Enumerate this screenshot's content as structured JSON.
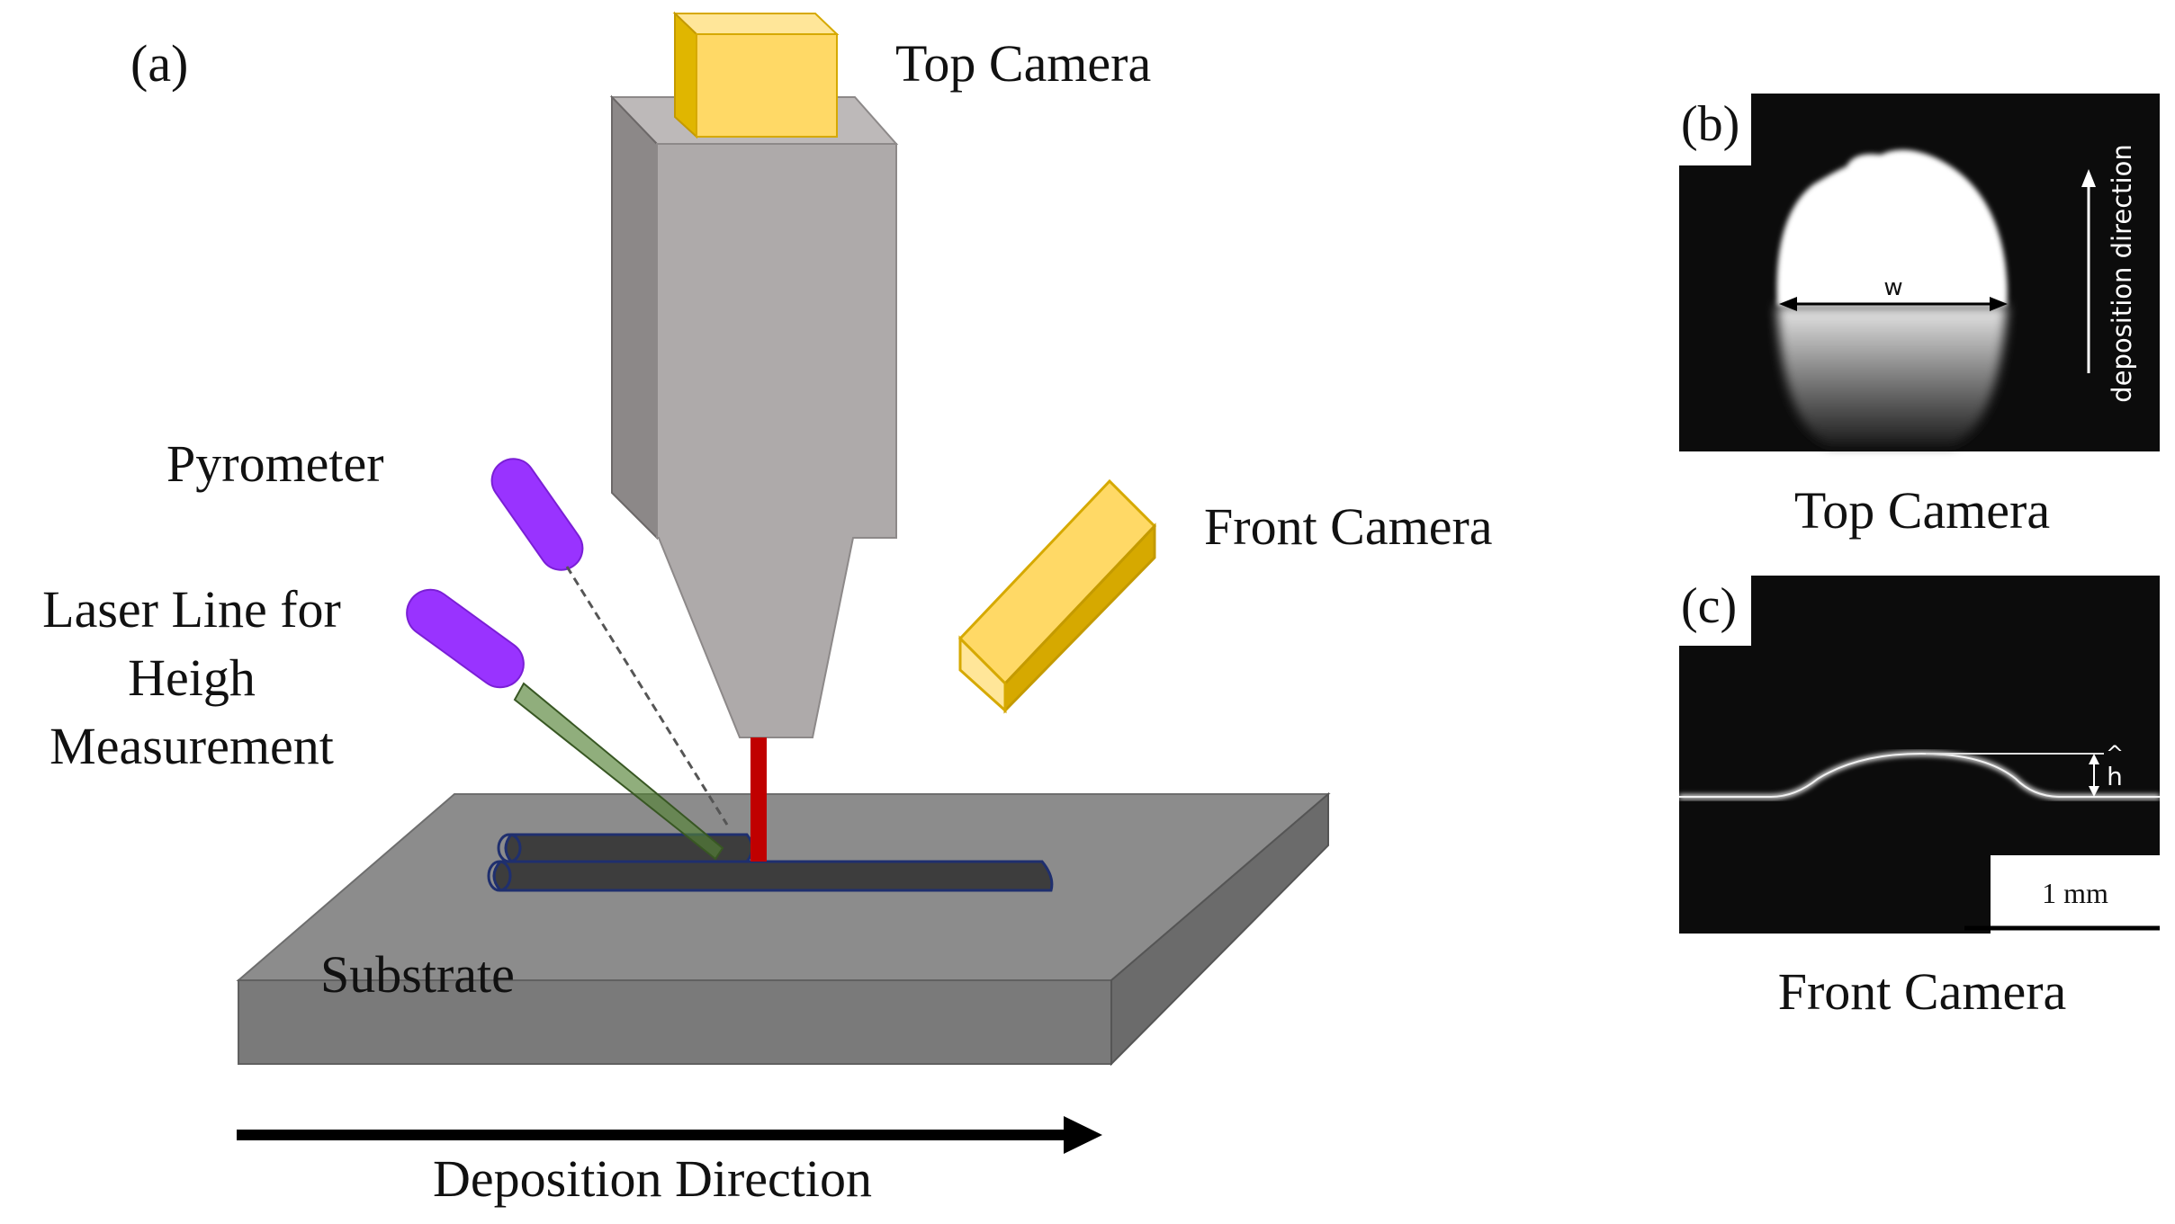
{
  "panel_a": {
    "tag": "(a)",
    "top_camera": "Top Camera",
    "front_camera": "Front Camera",
    "pyrometer": "Pyrometer",
    "laser_line_1": "Laser Line for",
    "laser_line_2": "Heigh",
    "laser_line_3": "Measurement",
    "substrate": "Substrate",
    "direction": "Deposition Direction"
  },
  "panel_b": {
    "tag": "(b)",
    "width_label": "w",
    "direction_label": "deposition direction",
    "caption": "Top Camera"
  },
  "panel_c": {
    "tag": "(c)",
    "height_label": "h",
    "scale": "1 mm",
    "caption": "Front Camera"
  },
  "colors": {
    "nozzle": "#aeaaaa",
    "camera": "#ffd966",
    "pyrometer": "#9933ff",
    "laser_beam": "#c00000",
    "substrate": "#8c8c8c",
    "laser_line_fan": "#548235"
  }
}
